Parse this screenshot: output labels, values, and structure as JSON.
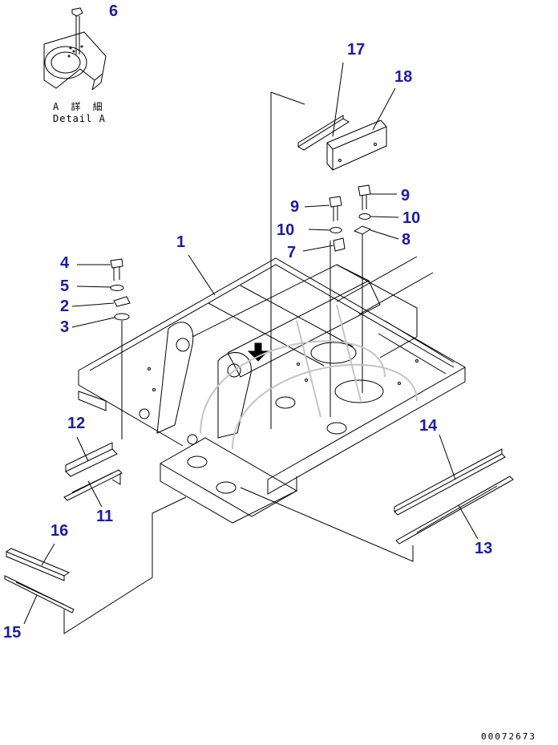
{
  "detail": {
    "label_jp": "A 詳 細",
    "label_en": "Detail A"
  },
  "callouts": [
    {
      "id": "c6",
      "text": "6"
    },
    {
      "id": "c17",
      "text": "17"
    },
    {
      "id": "c18",
      "text": "18"
    },
    {
      "id": "c9a",
      "text": "9"
    },
    {
      "id": "c9b",
      "text": "9"
    },
    {
      "id": "c10a",
      "text": "10"
    },
    {
      "id": "c10b",
      "text": "10"
    },
    {
      "id": "c7",
      "text": "7"
    },
    {
      "id": "c8",
      "text": "8"
    },
    {
      "id": "c1",
      "text": "1"
    },
    {
      "id": "c4",
      "text": "4"
    },
    {
      "id": "c5",
      "text": "5"
    },
    {
      "id": "c2",
      "text": "2"
    },
    {
      "id": "c3",
      "text": "3"
    },
    {
      "id": "c12",
      "text": "12"
    },
    {
      "id": "c11",
      "text": "11"
    },
    {
      "id": "c14",
      "text": "14"
    },
    {
      "id": "c13",
      "text": "13"
    },
    {
      "id": "c16",
      "text": "16"
    },
    {
      "id": "c15",
      "text": "15"
    }
  ],
  "drawing_number": "00072673",
  "colors": {
    "callout": "#1a1aa8",
    "line": "#000000",
    "watermark": "#b0b0b0"
  }
}
